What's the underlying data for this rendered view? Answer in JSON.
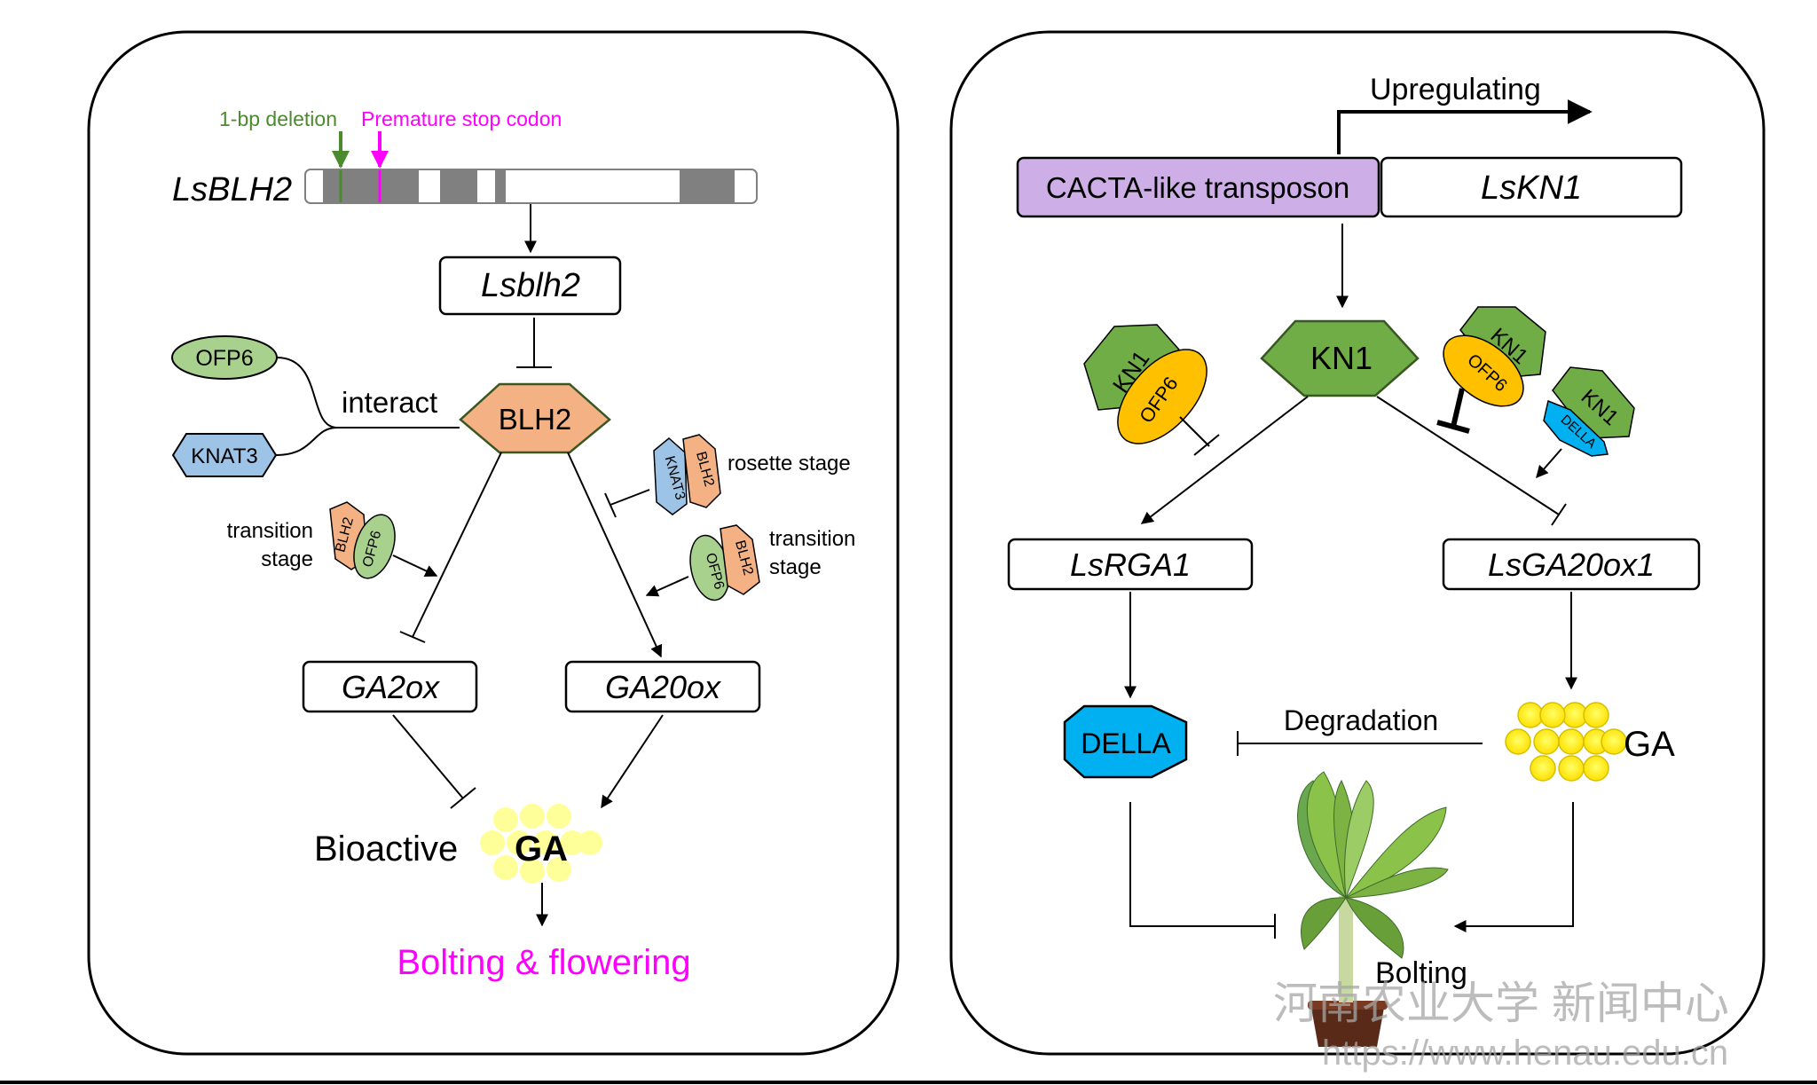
{
  "left_panel": {
    "deletion_label": "1-bp deletion",
    "stop_codon_label": "Premature stop codon",
    "gene_name": "LsBLH2",
    "mutant_gene": "Lsblh2",
    "ofp6": "OFP6",
    "knat3": "KNAT3",
    "interact": "interact",
    "blh2": "BLH2",
    "rosette_stage": "rosette stage",
    "transition": "transition",
    "stage": "stage",
    "complex_blh2": "BLH2",
    "complex_ofp6": "OFP6",
    "complex_knat3": "KNAT3",
    "ga2ox": "GA2ox",
    "ga20ox": "GA20ox",
    "bioactive": "Bioactive",
    "ga": "GA",
    "outcome": "Bolting & flowering"
  },
  "right_panel": {
    "upregulating": "Upregulating",
    "transposon": "CACTA-like transposon",
    "lskn1": "LsKN1",
    "kn1": "KN1",
    "complex_kn1": "KN1",
    "complex_ofp6": "OFP6",
    "complex_della": "DELLA",
    "lsrga1": "LsRGA1",
    "lsga20ox1": "LsGA20ox1",
    "della": "DELLA",
    "degradation": "Degradation",
    "ga": "GA",
    "bolting": "Bolting"
  },
  "watermark": {
    "cn": "河南农业大学 新闻中心",
    "url": "https://www.henau.edu.cn"
  },
  "colors": {
    "deletion": "#4c8a2e",
    "stop_codon": "#ff00ff",
    "outcome": "#ff00ff",
    "ofp6_fill": "#a9d18e",
    "knat3_fill": "#9dc3e6",
    "blh2_fill": "#f4b183",
    "kn1_fill": "#70ad47",
    "ofp6_right_fill": "#ffc000",
    "della_fill": "#00b0f0",
    "transposon_fill": "#cdaee6",
    "ga_pale": "#ffff99",
    "ga_bright": "#ffff00"
  }
}
